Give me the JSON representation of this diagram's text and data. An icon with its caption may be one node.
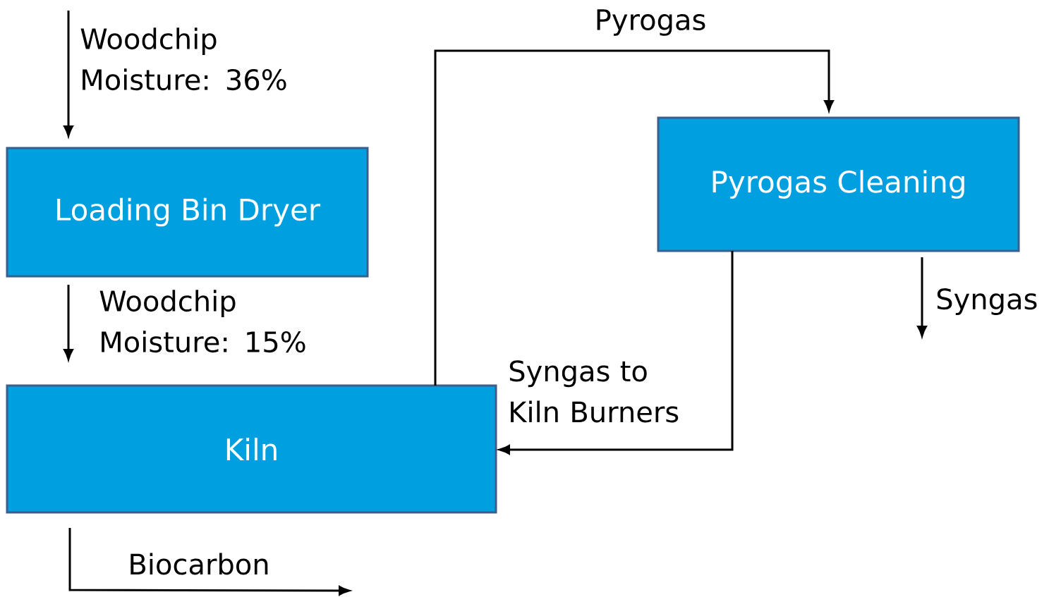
{
  "diagram": {
    "nodes": [
      {
        "text": [
          "Loading Bin Dryer"
        ]
      },
      {
        "text": [
          "Kiln"
        ]
      },
      {
        "text": [
          "Pyrogas Cleaning"
        ]
      }
    ],
    "edges": [
      {
        "from": null,
        "to": 0,
        "arrow": "to",
        "label": "Woodchip Moisture: 36%"
      },
      {
        "from": 0,
        "to": 1,
        "arrow": "to",
        "label": "Woodchip Moisture: 15%"
      },
      {
        "from": 1,
        "to": 2,
        "arrow": "to",
        "label": "Pyrogas"
      },
      {
        "from": 2,
        "to": 1,
        "arrow": "to",
        "label": "Syngas to Kiln Burners"
      },
      {
        "from": 2,
        "to": null,
        "arrow": "to",
        "label": "Syngas"
      },
      {
        "from": 1,
        "to": null,
        "arrow": "to",
        "label": "Biocarbon"
      }
    ]
  }
}
